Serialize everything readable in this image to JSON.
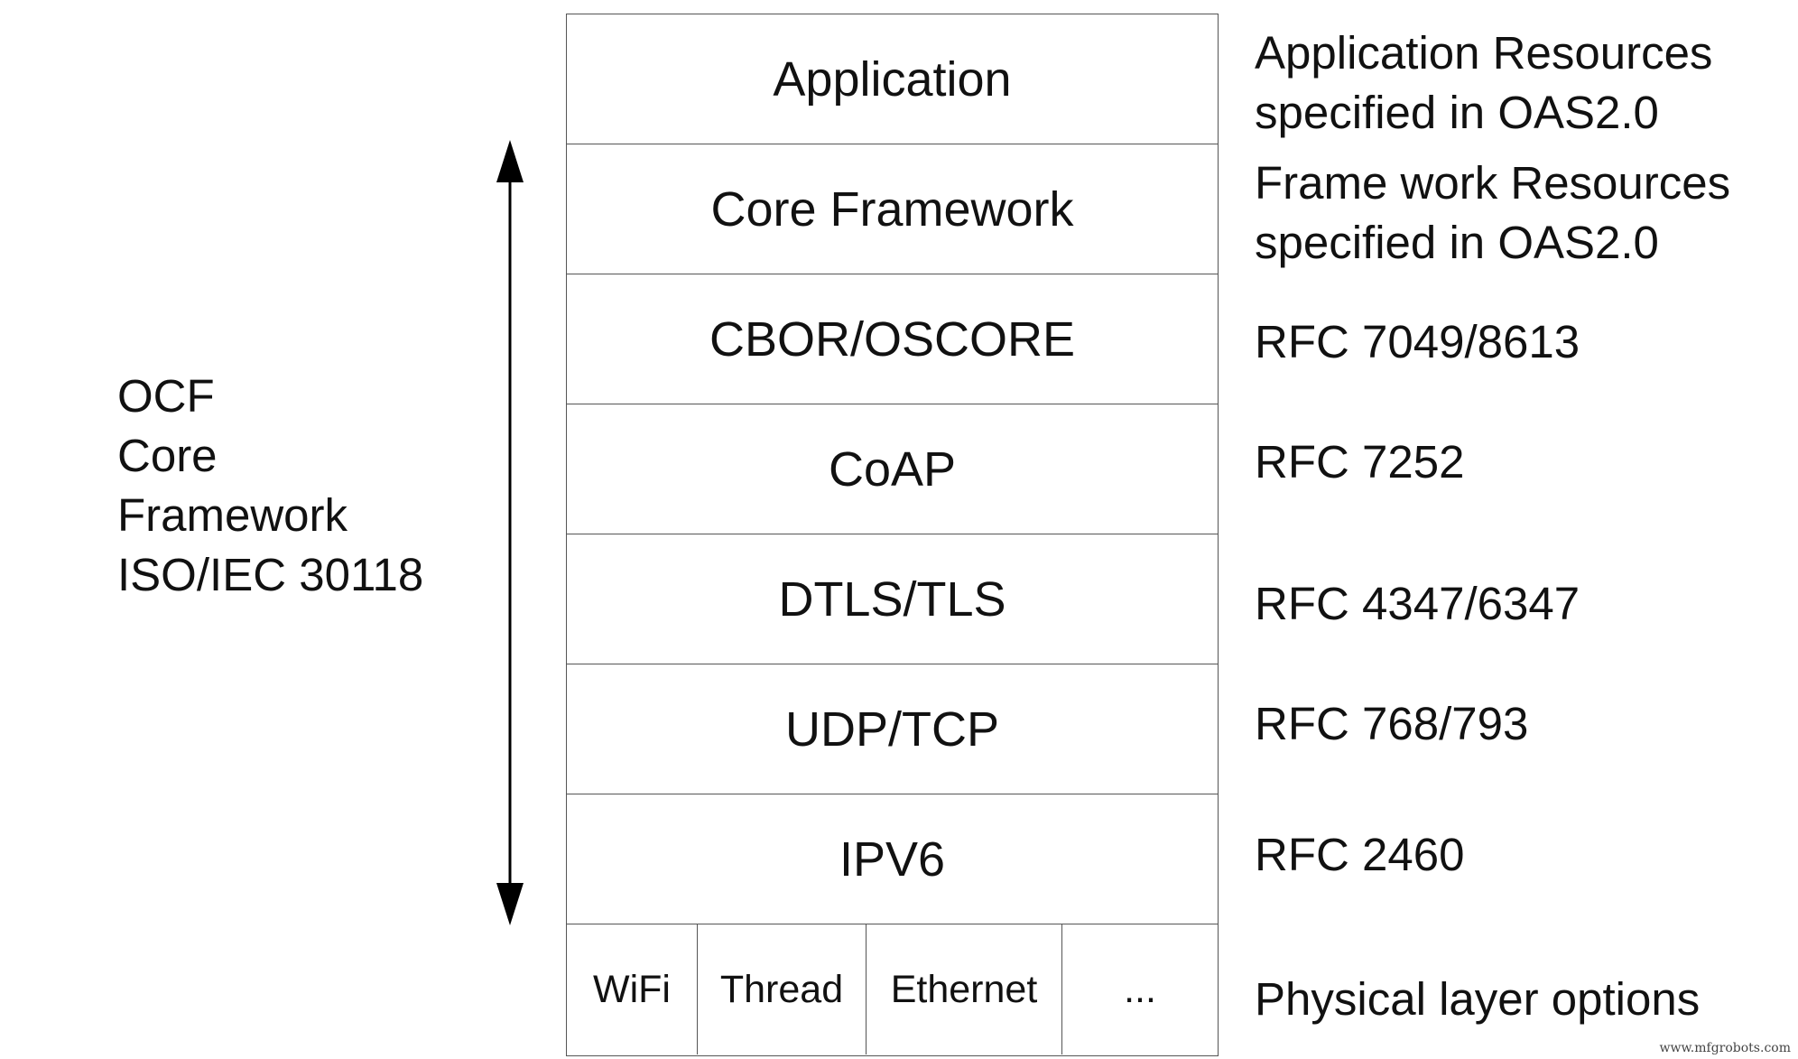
{
  "layers": [
    "Application",
    "Core Framework",
    "CBOR/OSCORE",
    "CoAP",
    "DTLS/TLS",
    "UDP/TCP",
    "IPV6"
  ],
  "physical_options": [
    "WiFi",
    "Thread",
    "Ethernet",
    "..."
  ],
  "right_labels": [
    "Application Resources\nspecified in OAS2.0",
    "Frame work Resources\nspecified in OAS2.0",
    "RFC 7049/8613",
    "RFC 7252",
    "RFC 4347/6347",
    "RFC 768/793",
    "RFC 2460",
    "Physical layer options"
  ],
  "left_label": [
    "OCF",
    "Core",
    "Framework",
    "ISO/IEC 30118"
  ],
  "watermark": "www.mfgrobots.com"
}
